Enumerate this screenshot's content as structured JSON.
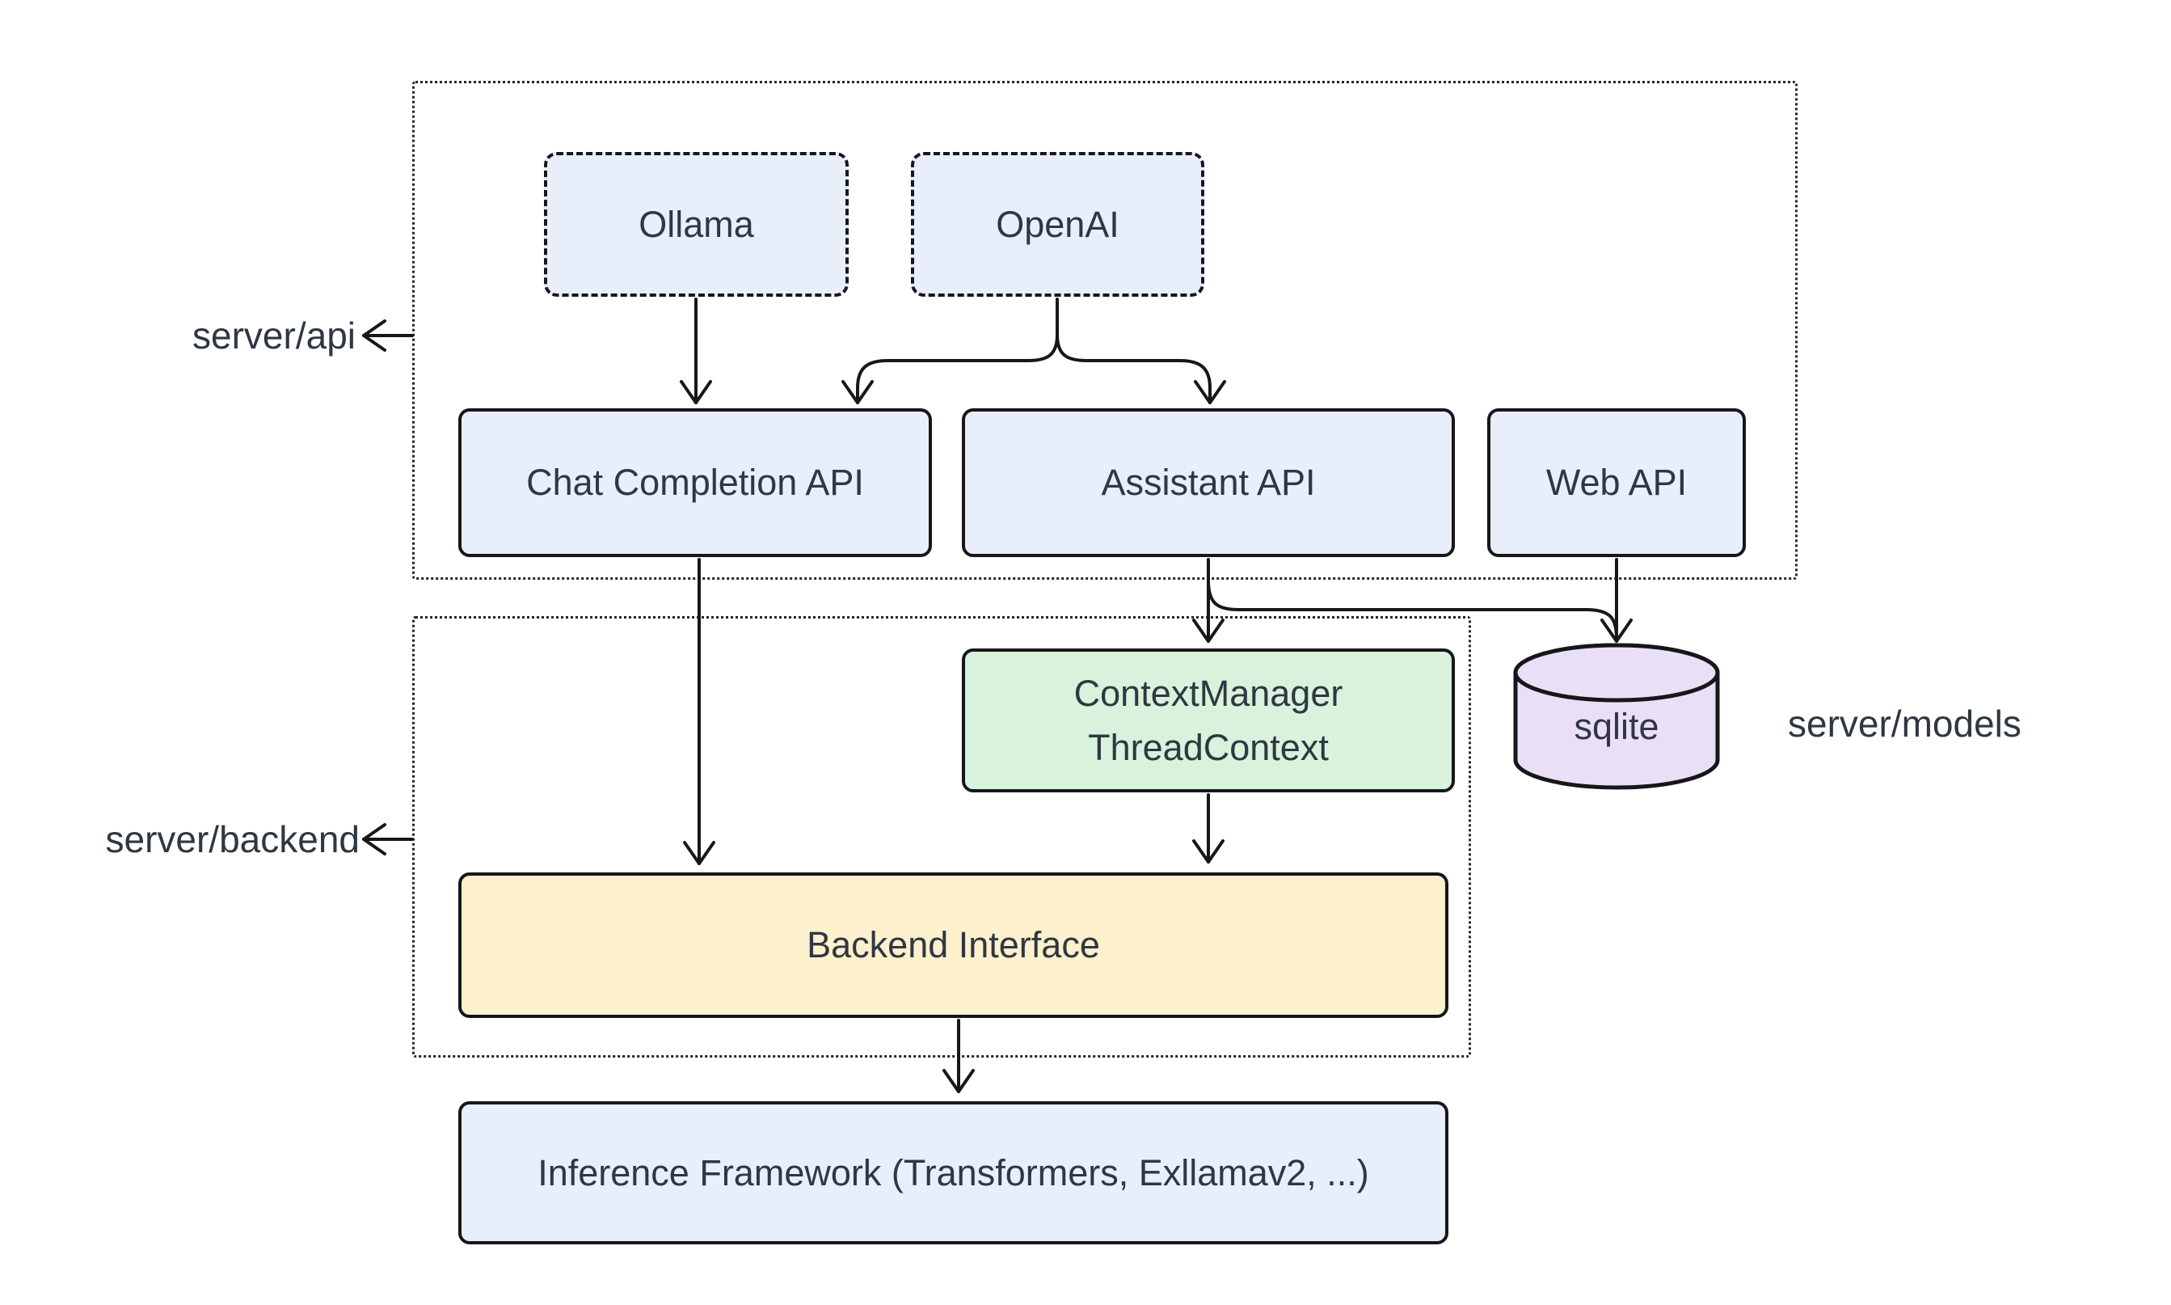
{
  "groups": {
    "server_api": {
      "label": "server/api"
    },
    "server_backend": {
      "label": "server/backend"
    },
    "server_models": {
      "label": "server/models"
    }
  },
  "nodes": {
    "ollama": {
      "label": "Ollama",
      "fill": "#e9eefb",
      "border_style": "dashed"
    },
    "openai": {
      "label": "OpenAI",
      "fill": "#e9eefb",
      "border_style": "dashed"
    },
    "chat_completion_api": {
      "label": "Chat Completion API",
      "fill": "#e9eefb",
      "border_style": "solid"
    },
    "assistant_api": {
      "label": "Assistant API",
      "fill": "#e9eefb",
      "border_style": "solid"
    },
    "web_api": {
      "label": "Web API",
      "fill": "#e9eefb",
      "border_style": "solid"
    },
    "context_manager": {
      "label_line1": "ContextManager",
      "label_line2": "ThreadContext",
      "fill": "#d8f2dc",
      "border_style": "solid"
    },
    "sqlite": {
      "label": "sqlite",
      "fill": "#e9e0f8",
      "shape": "cylinder"
    },
    "backend_interface": {
      "label": "Backend Interface",
      "fill": "#fdf0cc",
      "border_style": "solid"
    },
    "inference_framework": {
      "label": "Inference Framework (Transformers, Exllamav2, ...)",
      "fill": "#e9eefb",
      "border_style": "solid"
    }
  },
  "edges": [
    {
      "from": "Ollama",
      "to": "Chat Completion API"
    },
    {
      "from": "OpenAI",
      "to": "Chat Completion API"
    },
    {
      "from": "OpenAI",
      "to": "Assistant API"
    },
    {
      "from": "Chat Completion API",
      "to": "Backend Interface"
    },
    {
      "from": "Assistant API",
      "to": "ContextManager / ThreadContext"
    },
    {
      "from": "Assistant API",
      "to": "sqlite"
    },
    {
      "from": "Web API",
      "to": "sqlite"
    },
    {
      "from": "ContextManager / ThreadContext",
      "to": "Backend Interface"
    },
    {
      "from": "Backend Interface",
      "to": "Inference Framework (Transformers, Exllamav2, ...)"
    }
  ],
  "colors": {
    "stroke": "#17171b",
    "text": "#2e3742",
    "background": "#ffffff",
    "node_blue": "#e9eefb",
    "node_green": "#d8f2dc",
    "node_yellow": "#fdf0cc",
    "node_purple": "#e9e0f8"
  }
}
